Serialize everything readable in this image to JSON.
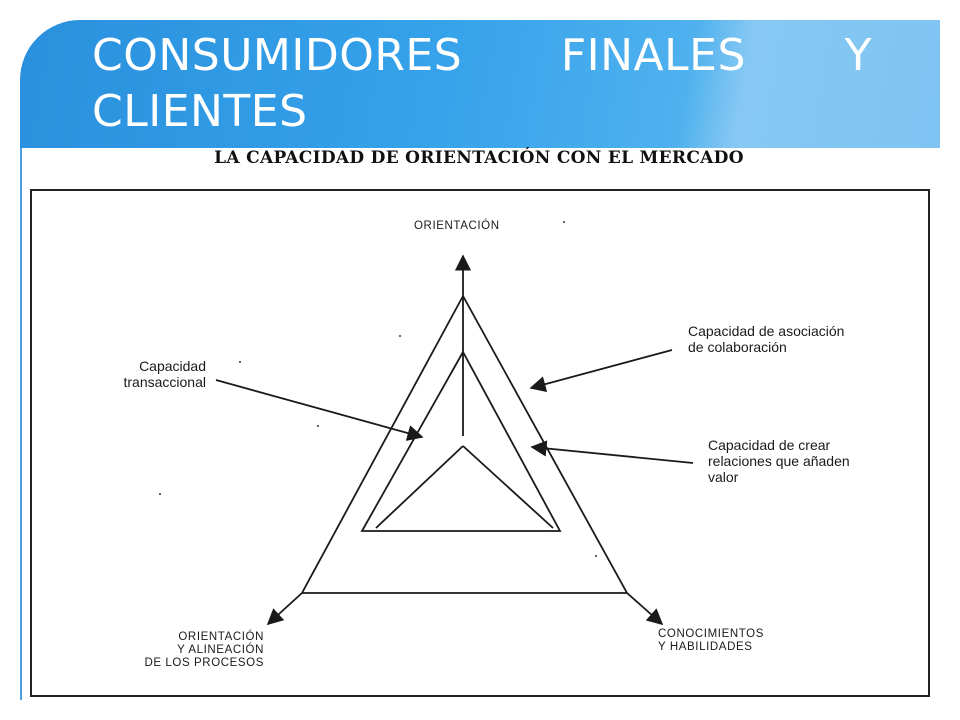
{
  "slide": {
    "title_line1": [
      "CONSUMIDORES",
      "FINALES",
      "Y"
    ],
    "title_line2": "CLIENTES"
  },
  "figure": {
    "title": "LA CAPACIDAD DE ORIENTACIÓN CON EL MERCADO",
    "axes": {
      "top": "ORIENTACIÓN",
      "bottom_left": [
        "ORIENTACIÓN",
        "Y ALINEACIÓN",
        "DE LOS PROCESOS"
      ],
      "bottom_right": [
        "CONOCIMIENTOS",
        "Y HABILIDADES"
      ]
    },
    "callouts": {
      "transaccional": [
        "Capacidad",
        "transaccional"
      ],
      "asociacion": [
        "Capacidad de asociación",
        "de colaboración"
      ],
      "relaciones": [
        "Capacidad de crear",
        "relaciones que añaden",
        "valor"
      ]
    }
  },
  "colors": {
    "banner_start": "#2a90dd",
    "banner_end": "#7ec4f2",
    "line": "#1a1a1a"
  }
}
